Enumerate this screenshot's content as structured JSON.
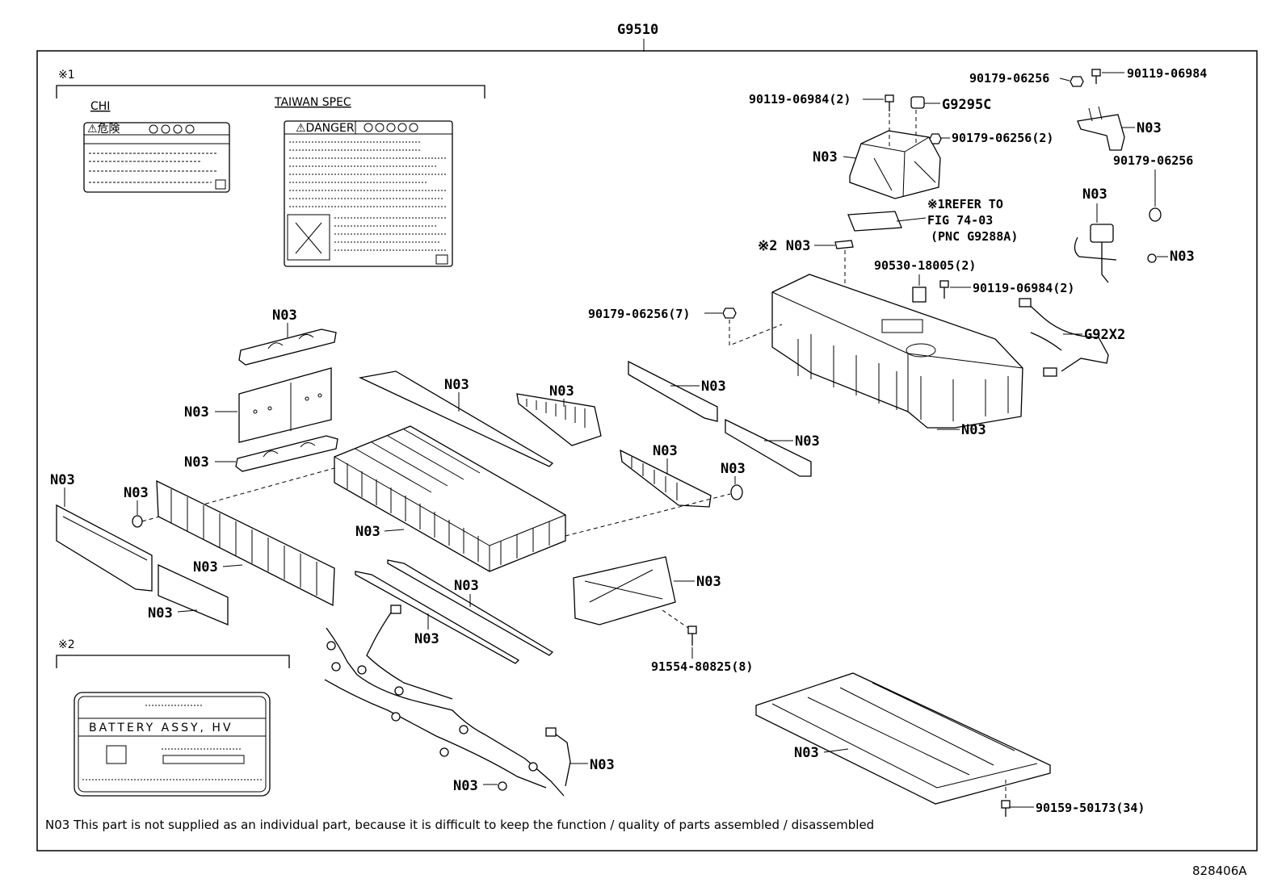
{
  "assembly_code": "G9510",
  "figure_id": "828406A",
  "footnote": "N03 This part is not supplied as an individual part, because it is difficult to keep the function / quality of parts assembled / disassembled",
  "note_marks": {
    "mark1": "※1",
    "mark2": "※2"
  },
  "label_panels": {
    "chi": "CHI",
    "taiwan_spec": "TAIWAN SPEC",
    "danger_word": "⚠DANGER",
    "kiken_word": "⚠危険",
    "battery_plate_text": "BATTERY ASSY, HV"
  },
  "callouts": {
    "n03": "N03",
    "n03_note2": "※2 N03",
    "g9295c": "G9295C",
    "g92x2": "G92X2",
    "refer_line1": "※1REFER TO",
    "refer_line2": "FIG 74-03",
    "refer_line3": "(PNC G9288A)",
    "p_90119_06984_2a": "90119-06984(2)",
    "p_90119_06984": "90119-06984",
    "p_90179_06256_a": "90179-06256",
    "p_90179_06256_2": "90179-06256(2)",
    "p_90179_06256_b": "90179-06256",
    "p_90530_18005_2": "90530-18005(2)",
    "p_90119_06984_2b": "90119-06984(2)",
    "p_90179_06256_7": "90179-06256(7)",
    "p_91554_80825_8": "91554-80825(8)",
    "p_90159_50173_34": "90159-50173(34)"
  }
}
